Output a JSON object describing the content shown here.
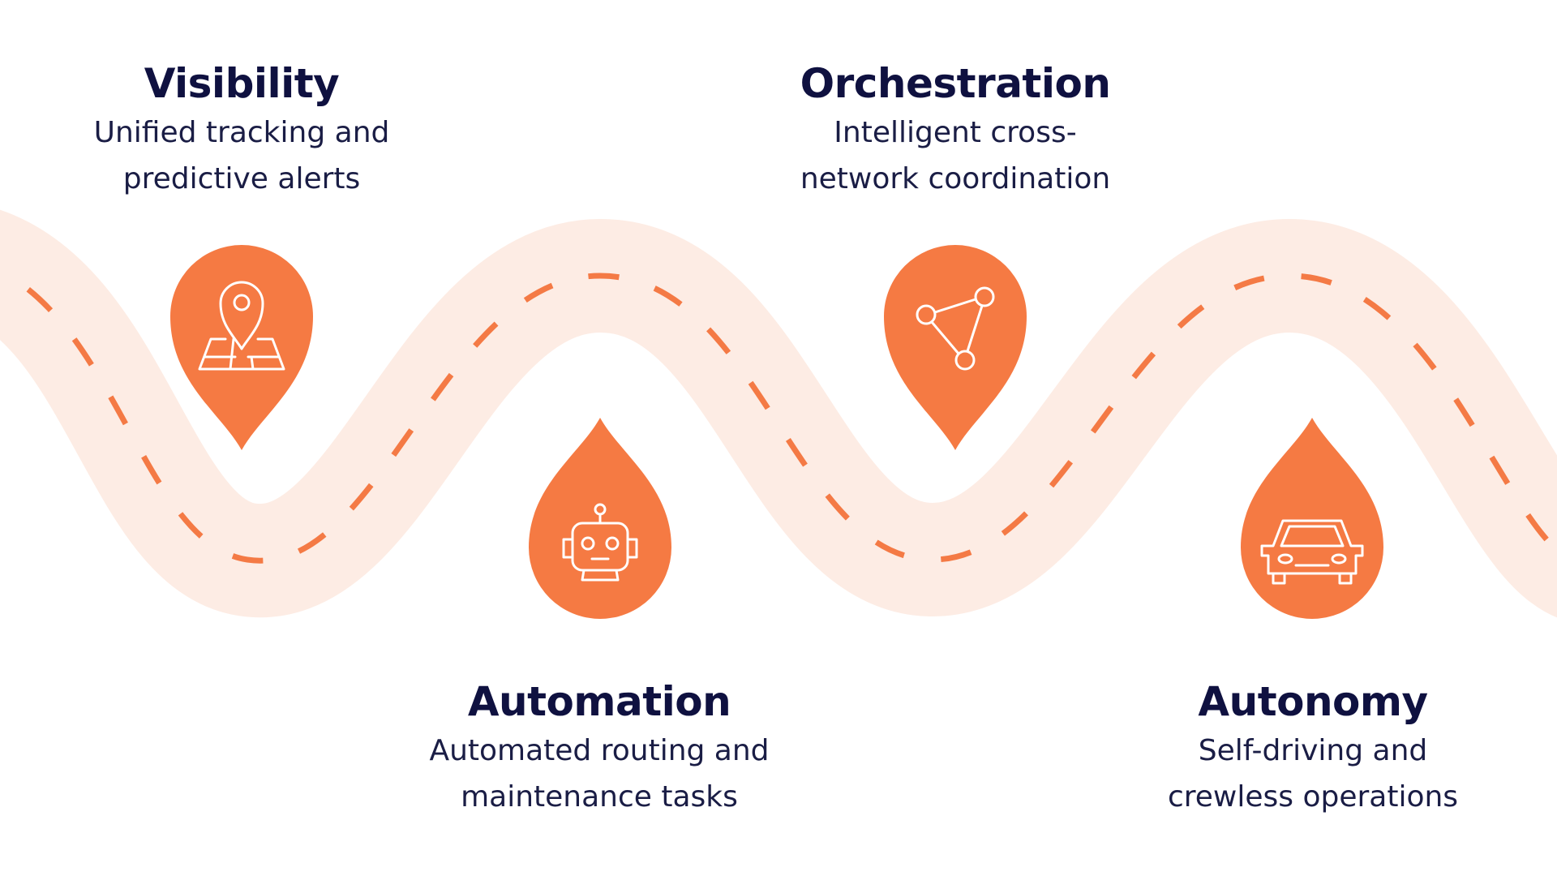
{
  "colors": {
    "road": "#fdece4",
    "dash": "#f47a45",
    "pin": "#f57a43",
    "icon_stroke": "#ffffff",
    "text": "#0f1140"
  },
  "stages": [
    {
      "title": "Visibility",
      "description": [
        "Unified tracking and",
        "predictive alerts"
      ],
      "icon": "map-pin-icon",
      "marker": "pin-down"
    },
    {
      "title": "Automation",
      "description": [
        "Automated routing and",
        "maintenance tasks"
      ],
      "icon": "robot-icon",
      "marker": "drop-up"
    },
    {
      "title": "Orchestration",
      "description": [
        "Intelligent cross-",
        "network coordination"
      ],
      "icon": "network-nodes-icon",
      "marker": "pin-down"
    },
    {
      "title": "Autonomy",
      "description": [
        "Self-driving and",
        "crewless operations"
      ],
      "icon": "car-icon",
      "marker": "drop-up"
    }
  ]
}
